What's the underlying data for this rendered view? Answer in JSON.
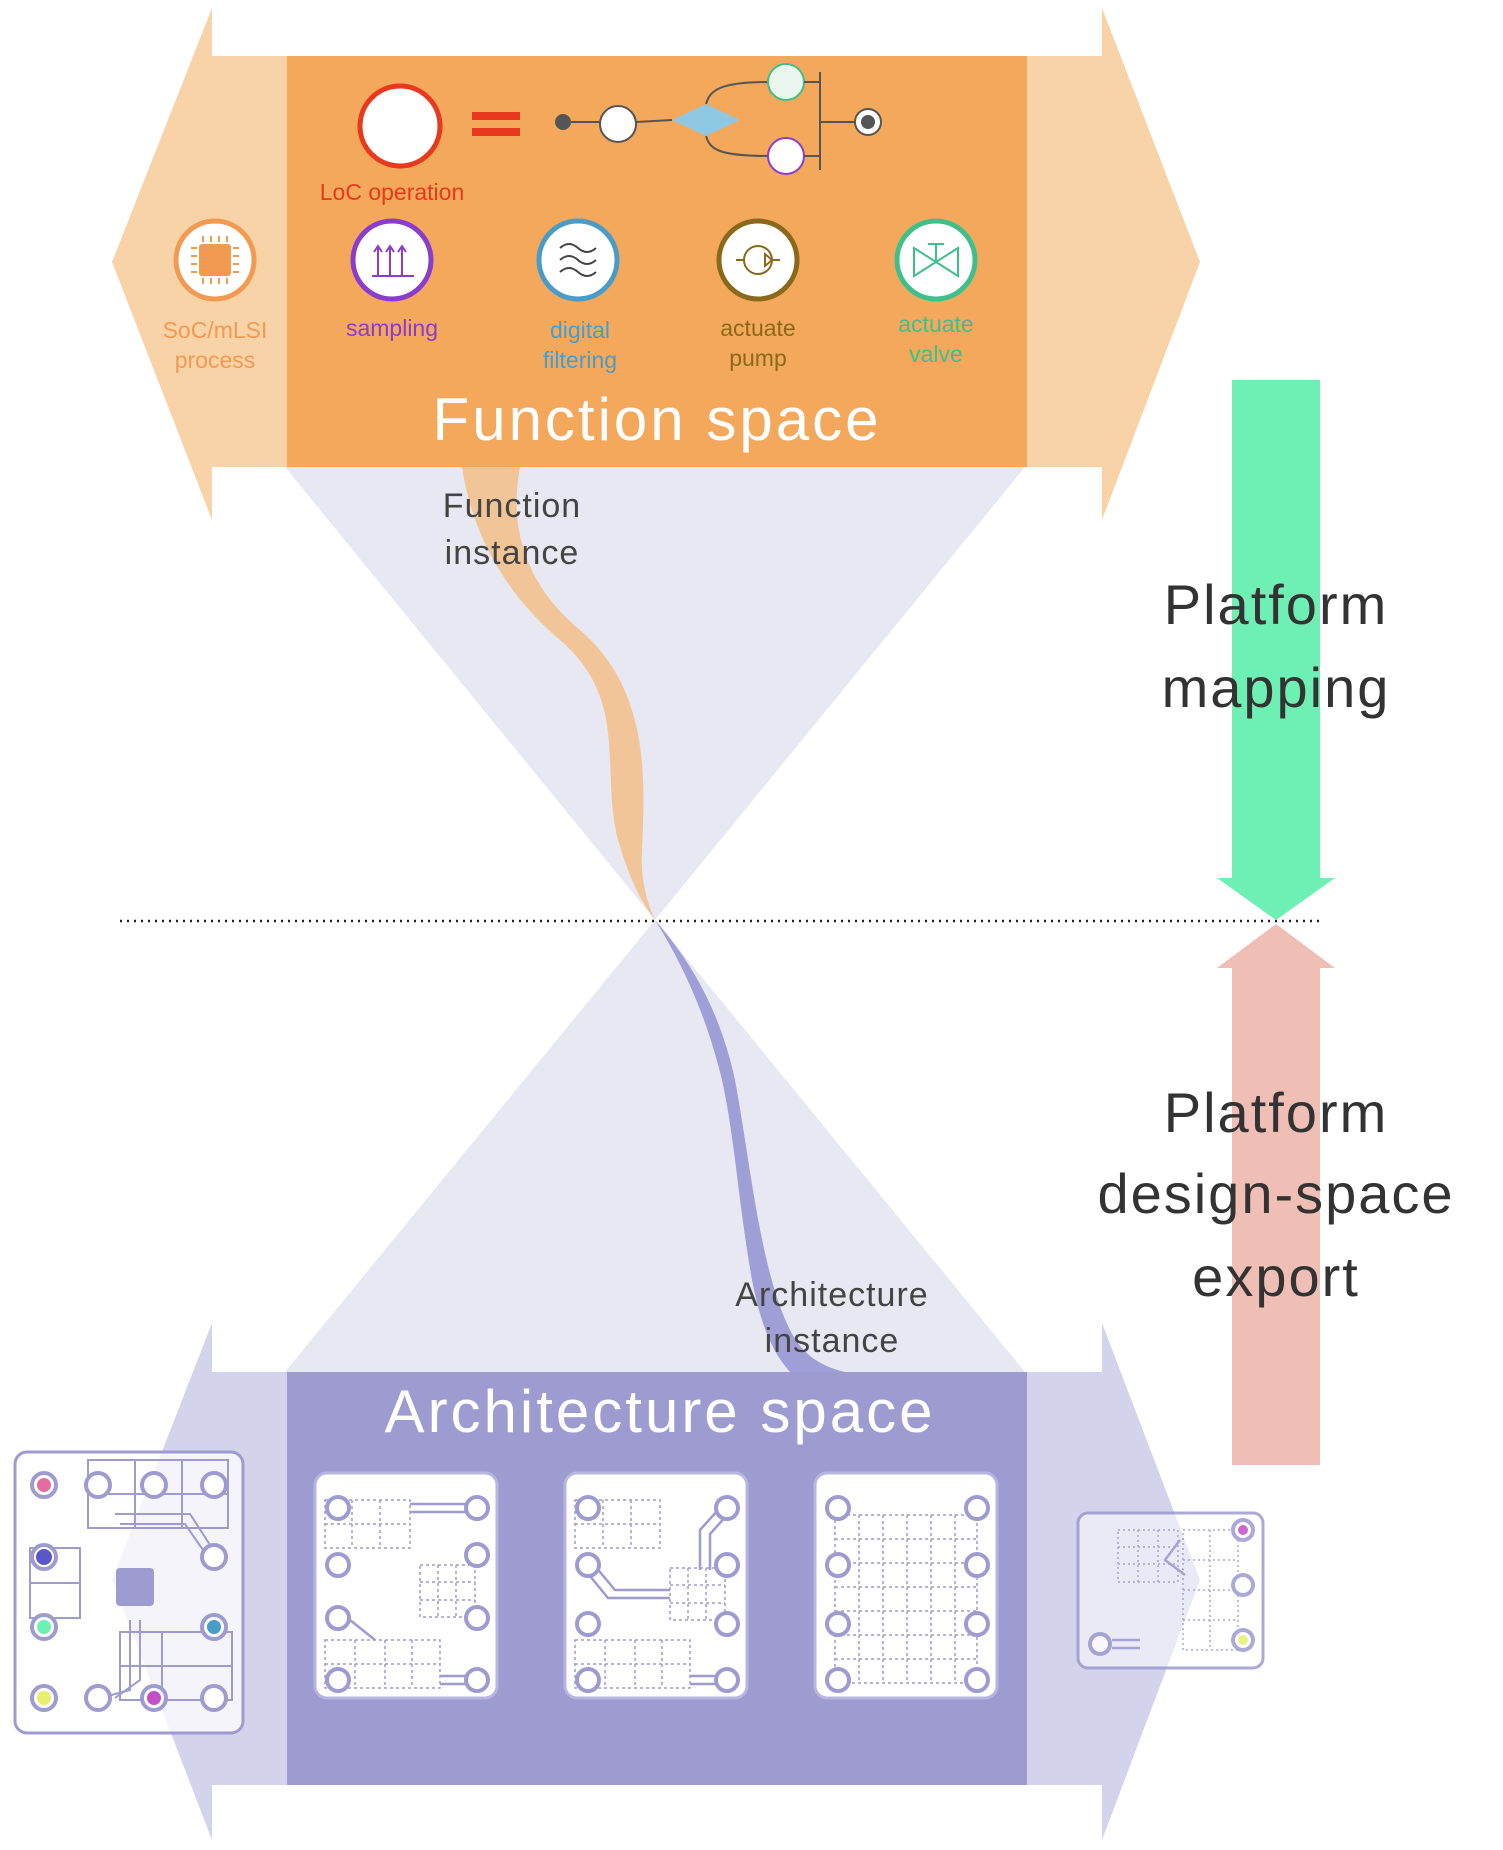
{
  "function_space": {
    "title": "Function space",
    "loc_operation_label": "LoC operation",
    "processes": [
      {
        "label_lines": [
          "SoC/mLSI",
          "process"
        ],
        "color": "#f29a52",
        "icon": "chip-icon"
      },
      {
        "label_lines": [
          "sampling"
        ],
        "color": "#8a3ccf",
        "icon": "sampling-icon"
      },
      {
        "label_lines": [
          "digital",
          "filtering"
        ],
        "color": "#4a9cc8",
        "icon": "wave-filter-icon"
      },
      {
        "label_lines": [
          "actuate",
          "pump"
        ],
        "color": "#8a6a1a",
        "icon": "pump-icon"
      },
      {
        "label_lines": [
          "actuate",
          "valve"
        ],
        "color": "#3fbf8a",
        "icon": "valve-icon"
      }
    ],
    "instance_label_lines": [
      "Function",
      "instance"
    ]
  },
  "architecture_space": {
    "title": "Architecture space",
    "instance_label_lines": [
      "Architecture",
      "instance"
    ]
  },
  "platform_mapping": {
    "label_lines": [
      "Platform",
      "mapping"
    ]
  },
  "platform_export": {
    "label_lines": [
      "Platform",
      "design-space",
      "export"
    ]
  },
  "colors": {
    "function_orange": "#f4a85b",
    "function_light": "#f9d3a8",
    "architecture_purple": "#9d9bd0",
    "architecture_light": "#d3d3ec",
    "cone_gray": "#e6e6f0",
    "mapping_green": "#6ef0b4",
    "export_pink": "#efbeb4",
    "loc_red": "#e8391e",
    "text_dark": "#333333"
  }
}
